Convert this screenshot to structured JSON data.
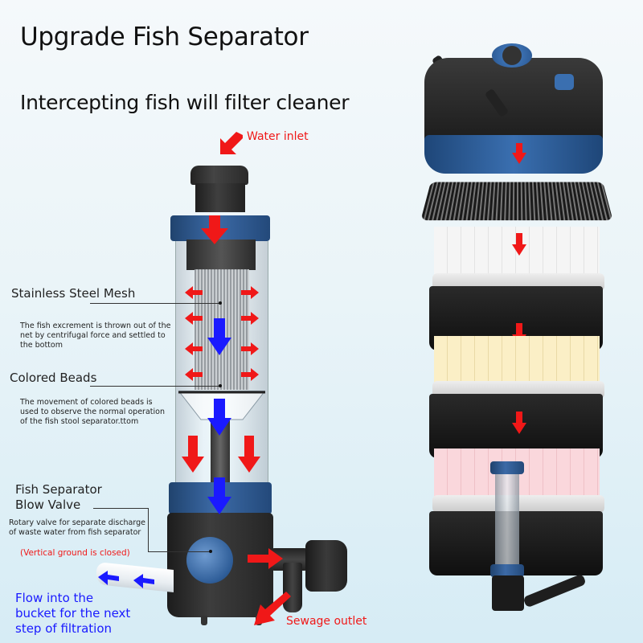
{
  "header": {
    "title": "Upgrade Fish Separator",
    "subtitle": "Intercepting fish will filter cleaner"
  },
  "labels": {
    "water_inlet": "Water inlet",
    "sewage_outlet": "Sewage outlet",
    "flow_into_bucket": [
      "Flow into the",
      "bucket for the next",
      "step of filtration"
    ]
  },
  "callouts": [
    {
      "heading": "Stainless Steel Mesh",
      "description": [
        "The fish excrement is thrown out of the",
        "net by centrifugal force and settled to",
        "the bottom"
      ]
    },
    {
      "heading": "Colored Beads",
      "description": [
        "The movement of colored beads is",
        "used to observe the normal operation",
        "of the fish stool separator.ttom"
      ]
    },
    {
      "heading": [
        "Fish Separator",
        "Blow Valve"
      ],
      "description": [
        "Rotary valve for separate discharge",
        "of waste water from fish separator"
      ],
      "note": "(Vertical ground is closed)"
    }
  ],
  "colors": {
    "flow_red": "#f01818",
    "flow_blue": "#1a1aff",
    "product_blue": "#3a6fb0",
    "product_black": "#1e1e1e",
    "bg_top": "#f5f9fb",
    "bg_bottom": "#d6ecf5"
  },
  "icons": {
    "red_arrow": "arrow-red",
    "blue_arrow": "arrow-blue"
  }
}
